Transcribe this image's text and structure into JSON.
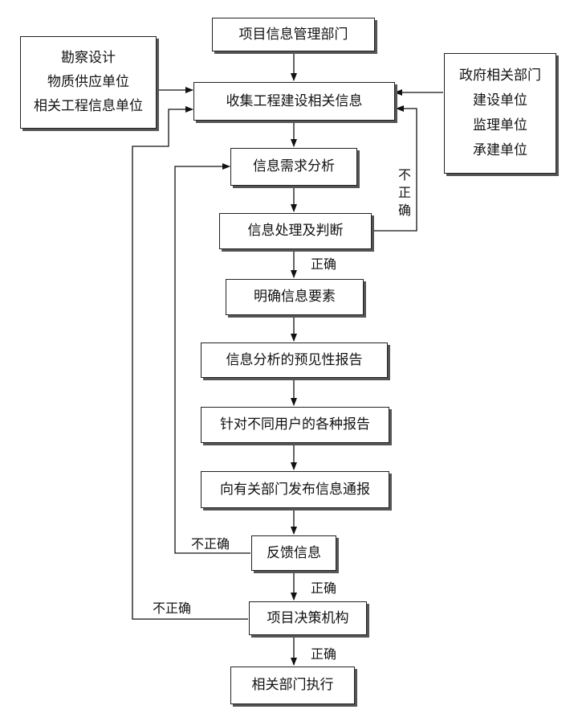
{
  "diagram": {
    "boxes": {
      "project_info_dept": "项目信息管理部门",
      "collect_info": "收集工程建设相关信息",
      "needs_analysis": "信息需求分析",
      "process_judge": "信息处理及判断",
      "clarify_elements": "明确信息要素",
      "forecast_report": "信息分析的预见性报告",
      "user_reports": "针对不同用户的各种报告",
      "publish_notice": "向有关部门发布信息通报",
      "feedback": "反馈信息",
      "decision_body": "项目决策机构",
      "execution_depts": "相关部门执行"
    },
    "left_sources": [
      "勘察设计",
      "物质供应单位",
      "相关工程信息单位"
    ],
    "right_sources": [
      "政府相关部门",
      "建设单位",
      "监理单位",
      "承建单位"
    ],
    "labels": {
      "correct_1": "正确",
      "correct_2": "正确",
      "correct_3": "正确",
      "incorrect_feedback": "不正确",
      "incorrect_decision": "不正确",
      "incorrect_vertical": [
        "不",
        "正",
        "确"
      ]
    }
  }
}
